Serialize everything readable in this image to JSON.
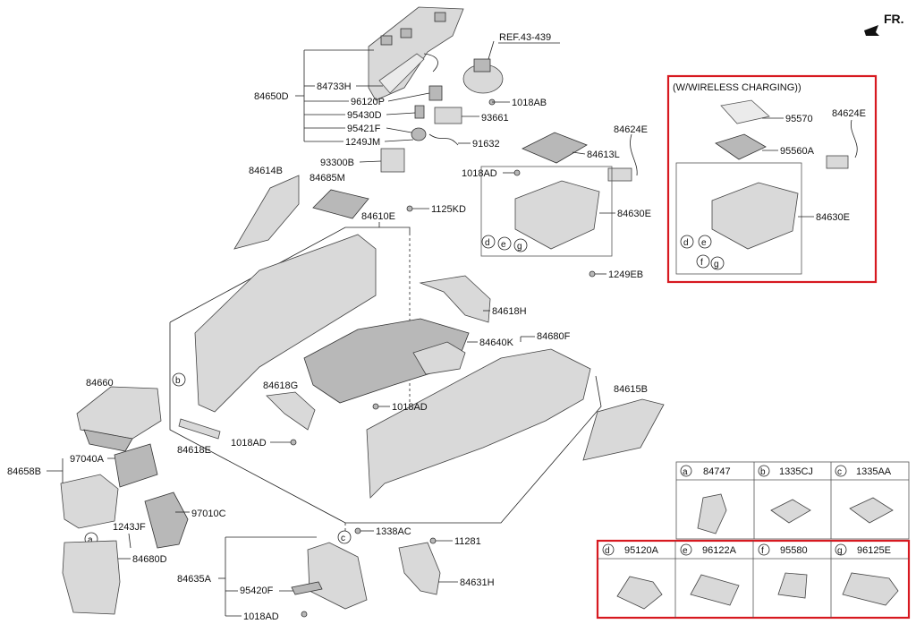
{
  "direction": "FR.",
  "ref_label": "REF.43-439",
  "wireless_title": "(W/WIRELESS CHARGING))",
  "parts": {
    "p84650D": "84650D",
    "p84733H": "84733H",
    "p96120P": "96120P",
    "p95430D": "95430D",
    "p95421F": "95421F",
    "p1249JM": "1249JM",
    "p93300B": "93300B",
    "p1018AB": "1018AB",
    "p93661": "93661",
    "p91632": "91632",
    "p84614B": "84614B",
    "p84685M": "84685M",
    "p84610E": "84610E",
    "p1125KD": "1125KD",
    "p84613L": "84613L",
    "p84624E": "84624E",
    "p1018AD_top": "1018AD",
    "p84630E": "84630E",
    "p1249EB": "1249EB",
    "p84618H": "84618H",
    "p84680F": "84680F",
    "p84640K": "84640K",
    "p84660": "84660",
    "p84618G": "84618G",
    "p1018AD_mid": "1018AD",
    "p84618E": "84618E",
    "p1018AD_left": "1018AD",
    "p84615B": "84615B",
    "p97040A": "97040A",
    "p84658B": "84658B",
    "p97010C": "97010C",
    "p1243JF": "1243JF",
    "p84680D": "84680D",
    "p1338AC": "1338AC",
    "p11281": "11281",
    "p84635A": "84635A",
    "p95420F": "95420F",
    "p1018AD_bot": "1018AD",
    "p84631H": "84631H",
    "w95570": "95570",
    "w84624E": "84624E",
    "w95560A": "95560A",
    "w84630E": "84630E"
  },
  "callouts": {
    "a": "a",
    "b": "b",
    "c": "c",
    "d": "d",
    "e": "e",
    "f": "f",
    "g": "g"
  },
  "legend": [
    {
      "key": "a",
      "part": "84747"
    },
    {
      "key": "b",
      "part": "1335CJ"
    },
    {
      "key": "c",
      "part": "1335AA"
    },
    {
      "key": "d",
      "part": "95120A"
    },
    {
      "key": "e",
      "part": "96122A"
    },
    {
      "key": "f",
      "part": "95580"
    },
    {
      "key": "g",
      "part": "96125E"
    }
  ],
  "colors": {
    "highlight": "#d71920",
    "part_fill": "#d9d9d9",
    "line": "#222222"
  }
}
